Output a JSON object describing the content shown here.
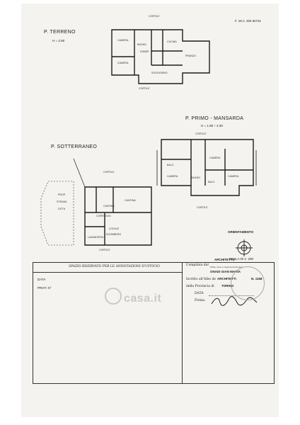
{
  "sheet_ref": "F. 18 n. 326 del 61",
  "floors": {
    "ground": {
      "title": "P. TERRENO",
      "height": "H = 2.90"
    },
    "first": {
      "title": "P. PRIMO - MANSARDA",
      "height": "H = 1.80 ÷ 2.30"
    },
    "basement": {
      "title": "P. SOTTERRANEO"
    }
  },
  "labels": {
    "cortile": "CORTILE",
    "camera": "CAMERA",
    "bagno": "BAGNO",
    "disimp": "DISIMP.",
    "cucina": "CUCINA",
    "pranzo": "PRANZO",
    "soggiorno": "SOGGIORNO",
    "balc": "BALC.",
    "prop_strada_ditta": [
      "PROP.",
      "STRADA",
      "DITTA"
    ],
    "cantina": "CANTINA",
    "corridoio": "CORRIDOIO",
    "locale_sgombero": [
      "LOCALE",
      "SGOMBERO"
    ],
    "lavanderia": "LAVANDERIA"
  },
  "orientation": {
    "title": "ORIENTAMENTO",
    "scale": "SCALA DI 1: 200"
  },
  "office_box": {
    "header": "SPAZIO RISERVATO PER LE ANNOTAZIONI D'UFFICIO",
    "data_label": "DATA",
    "prot_label": "PROT. N°"
  },
  "author": {
    "compiled_label": "Compilata dal",
    "profession": "ARCHITETTO",
    "note": "(Titolo, nome e cognome del tecnico)",
    "name": "ONADI GIAN MARIA",
    "albo_label": "Iscritto all'Albo de",
    "albo": "ARCHITETTI",
    "albo_number": "N. 1168",
    "provincia_label": "della Provincia di",
    "provincia": "TORINO",
    "data_label": "DATA",
    "firma_label": "Firma:"
  },
  "watermark": "casa.it",
  "colors": {
    "ink": "#222222",
    "paper": "#f4f3f0"
  }
}
